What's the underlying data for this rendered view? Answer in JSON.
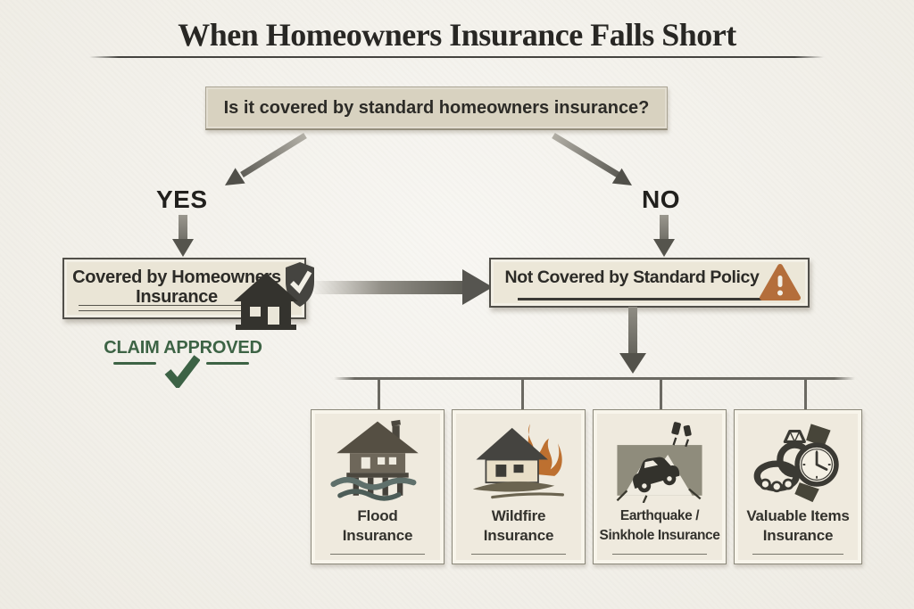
{
  "title": "When Homeowners Insurance Falls Short",
  "question": "Is it covered by standard homeowners insurance?",
  "branches": {
    "yes": "YES",
    "no": "NO"
  },
  "covered_box": {
    "label": "Covered by Homeowners Insurance",
    "icon": "house-shield-check-icon"
  },
  "claim_status": {
    "label": "CLAIM APPROVED",
    "icon": "green-check-icon",
    "color": "#3d6345"
  },
  "not_covered_box": {
    "label": "Not Covered by Standard Policy",
    "icon": "warning-triangle-icon",
    "warning_color": "#b46e3b"
  },
  "cards": [
    {
      "line1": "Flood",
      "line2": "Insurance",
      "icon": "flood-house-icon"
    },
    {
      "line1": "Wildfire",
      "line2": "Insurance",
      "icon": "wildfire-house-icon"
    },
    {
      "line1": "Earthquake /",
      "line2": "Sinkhole Insurance",
      "icon": "earthquake-sinkhole-car-icon"
    },
    {
      "line1": "Valuable Items",
      "line2": "Insurance",
      "icon": "jewelry-watch-icon"
    }
  ],
  "colors": {
    "background": "#f4f2ec",
    "question_fill": "#d8d2c0",
    "box_fill": "#eae5d6",
    "card_fill": "#efeade",
    "ink": "#2c2b27",
    "arrow_gray": "#55544d",
    "approved_green": "#3d6345",
    "warning_orange": "#b46e3b"
  }
}
